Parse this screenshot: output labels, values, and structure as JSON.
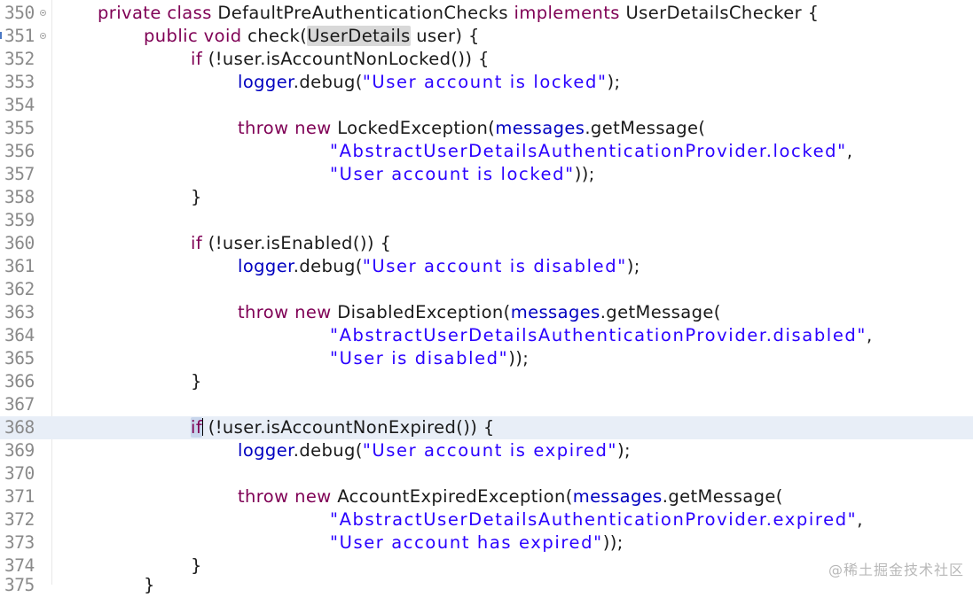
{
  "editor": {
    "watermark": "@稀土掘金技术社区",
    "lines": [
      {
        "num": "350",
        "fold": true
      },
      {
        "num": "351",
        "fold": true
      },
      {
        "num": "352",
        "fold": false
      },
      {
        "num": "353",
        "fold": false
      },
      {
        "num": "354",
        "fold": false
      },
      {
        "num": "355",
        "fold": false
      },
      {
        "num": "356",
        "fold": false
      },
      {
        "num": "357",
        "fold": false
      },
      {
        "num": "358",
        "fold": false
      },
      {
        "num": "359",
        "fold": false
      },
      {
        "num": "360",
        "fold": false
      },
      {
        "num": "361",
        "fold": false
      },
      {
        "num": "362",
        "fold": false
      },
      {
        "num": "363",
        "fold": false
      },
      {
        "num": "364",
        "fold": false
      },
      {
        "num": "365",
        "fold": false
      },
      {
        "num": "366",
        "fold": false
      },
      {
        "num": "367",
        "fold": false
      },
      {
        "num": "368",
        "fold": false,
        "current": true
      },
      {
        "num": "369",
        "fold": false
      },
      {
        "num": "370",
        "fold": false
      },
      {
        "num": "371",
        "fold": false
      },
      {
        "num": "372",
        "fold": false
      },
      {
        "num": "373",
        "fold": false
      },
      {
        "num": "374",
        "fold": false
      },
      {
        "num": "375",
        "fold": false
      }
    ],
    "tokens": {
      "l350": {
        "kw1": "private class ",
        "t1": "DefaultPreAuthenticationChecks ",
        "kw2": "implements ",
        "t2": "UserDetailsChecker {"
      },
      "l351": {
        "kw1": "public void ",
        "t1": "check(",
        "hl": "UserDetails",
        "t2": " user) {"
      },
      "l352": {
        "kw1": "if ",
        "t1": "(!user.isAccountNonLocked()) {"
      },
      "l353": {
        "fld": "logger",
        "t1": ".debug(",
        "str": "\"User account is locked\"",
        "t2": ");"
      },
      "l355": {
        "kw1": "throw new ",
        "t1": "LockedException(",
        "fld": "messages",
        "t2": ".getMessage("
      },
      "l356": {
        "str": "\"AbstractUserDetailsAuthenticationProvider.locked\"",
        "t1": ","
      },
      "l357": {
        "str": "\"User account is locked\"",
        "t1": "));"
      },
      "l358": {
        "t1": "}"
      },
      "l360": {
        "kw1": "if ",
        "t1": "(!user.isEnabled()) {"
      },
      "l361": {
        "fld": "logger",
        "t1": ".debug(",
        "str": "\"User account is disabled\"",
        "t2": ");"
      },
      "l363": {
        "kw1": "throw new ",
        "t1": "DisabledException(",
        "fld": "messages",
        "t2": ".getMessage("
      },
      "l364": {
        "str": "\"AbstractUserDetailsAuthenticationProvider.disabled\"",
        "t1": ","
      },
      "l365": {
        "str": "\"User is disabled\"",
        "t1": "));"
      },
      "l366": {
        "t1": "}"
      },
      "l368": {
        "kw1": "if",
        "t1": " (!user.isAccountNonExpired()) {"
      },
      "l369": {
        "fld": "logger",
        "t1": ".debug(",
        "str": "\"User account is expired\"",
        "t2": ");"
      },
      "l371": {
        "kw1": "throw new ",
        "t1": "AccountExpiredException(",
        "fld": "messages",
        "t2": ".getMessage("
      },
      "l372": {
        "str": "\"AbstractUserDetailsAuthenticationProvider.expired\"",
        "t1": ","
      },
      "l373": {
        "str": "\"User account has expired\"",
        "t1": "));"
      },
      "l374": {
        "t1": "}"
      },
      "l375": {
        "t1": "}"
      }
    }
  },
  "colors": {
    "keyword": "#7f0055",
    "string": "#2a00ff",
    "field": "#0000c0",
    "current_line": "#e8eef7",
    "line_number": "#8a8a8a"
  }
}
